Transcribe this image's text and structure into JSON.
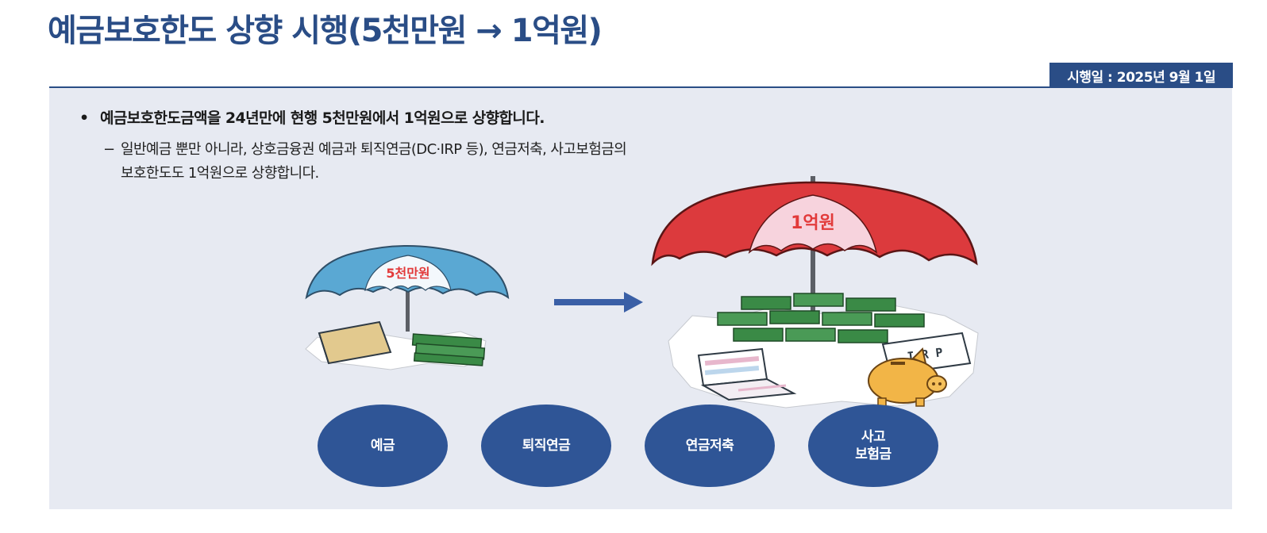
{
  "title": "예금보호한도 상향 시행(5천만원 → 1억원)",
  "date_badge": "시행일 : 2025년 9월 1일",
  "bullet": {
    "marker": "•",
    "text": "예금보호한도금액을 24년만에 현행 5천만원에서 1억원으로 상향합니다."
  },
  "sub": {
    "marker": "−",
    "line1": "일반예금 뿐만 아니라, 상호금융권 예금과 퇴직연금(DC·IRP 등), 연금저축, 사고보험금의",
    "line2": "보호한도도 1억원으로 상향합니다."
  },
  "illustration": {
    "old_umbrella_label": "5천만원",
    "new_umbrella_label": "1억원",
    "irp_card_label": "I R P",
    "colors": {
      "old_umbrella": "#5aa8d3",
      "new_umbrella": "#dc3a3d",
      "arrow": "#3a5fa6",
      "cash": "#3a8a46"
    }
  },
  "categories": [
    {
      "line1": "예금",
      "line2": ""
    },
    {
      "line1": "퇴직연금",
      "line2": ""
    },
    {
      "line1": "연금저축",
      "line2": ""
    },
    {
      "line1": "사고",
      "line2": "보험금"
    }
  ],
  "colors": {
    "primary": "#2a4d86",
    "panel_bg": "#e7eaf2",
    "circle": "#2f5596"
  }
}
